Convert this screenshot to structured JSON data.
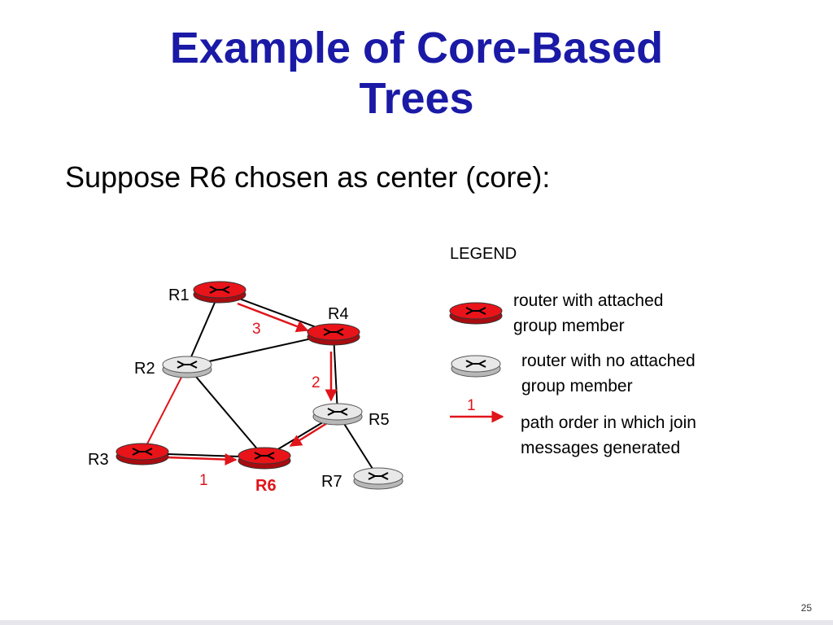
{
  "title_line1": "Example of Core-Based",
  "title_line2": "Trees",
  "subtitle": "Suppose R6 chosen as center (core):",
  "page_number": "25",
  "colors": {
    "title": "#1a1aa6",
    "member_router": "#e8141a",
    "nonmember_router": "#dcdcdc",
    "join_path": "#e0141a",
    "link": "#000000"
  },
  "routers": [
    {
      "id": "R1",
      "label": "R1",
      "member": true
    },
    {
      "id": "R2",
      "label": "R2",
      "member": false
    },
    {
      "id": "R3",
      "label": "R3",
      "member": true
    },
    {
      "id": "R4",
      "label": "R4",
      "member": true
    },
    {
      "id": "R5",
      "label": "R5",
      "member": false
    },
    {
      "id": "R6",
      "label": "R6",
      "member": true,
      "core": true
    },
    {
      "id": "R7",
      "label": "R7",
      "member": false
    }
  ],
  "links": [
    {
      "from": "R1",
      "to": "R4"
    },
    {
      "from": "R1",
      "to": "R2"
    },
    {
      "from": "R2",
      "to": "R4"
    },
    {
      "from": "R2",
      "to": "R6"
    },
    {
      "from": "R2",
      "to": "R3"
    },
    {
      "from": "R3",
      "to": "R6"
    },
    {
      "from": "R4",
      "to": "R5"
    },
    {
      "from": "R5",
      "to": "R6"
    },
    {
      "from": "R5",
      "to": "R7"
    }
  ],
  "join_paths": [
    {
      "from": "R1",
      "to": "R4",
      "order": "3"
    },
    {
      "from": "R4",
      "to": "R5",
      "order": "2"
    },
    {
      "from": "R5",
      "to": "R6",
      "order": ""
    },
    {
      "from": "R3",
      "to": "R6",
      "order": "1"
    }
  ],
  "legend": {
    "heading": "LEGEND",
    "member_router_text_1": "router with attached",
    "member_router_text_2": "group member",
    "nonmember_router_text_1": "router with no attached",
    "nonmember_router_text_2": "group member",
    "arrow_label": "1",
    "arrow_text_1": "path order in which join",
    "arrow_text_2": "messages generated"
  }
}
